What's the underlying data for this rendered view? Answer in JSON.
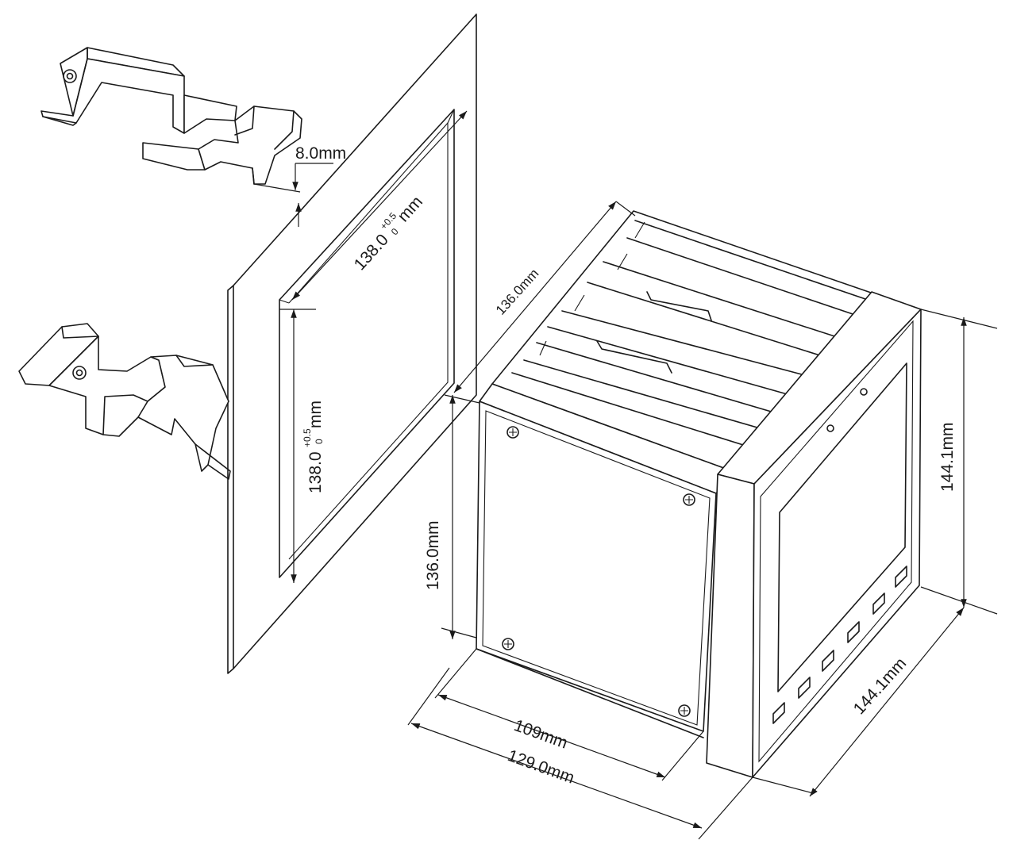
{
  "dimensions": {
    "clip_gap": "8.0mm",
    "cutout_width": {
      "value": "138.0",
      "tol_upper": "+0.5",
      "tol_lower": "0",
      "unit": "mm"
    },
    "cutout_height": {
      "value": "138.0",
      "tol_upper": "+0.5",
      "tol_lower": "0",
      "unit": "mm"
    },
    "body_depth_top": "136.0mm",
    "body_height": "136.0mm",
    "front_height": "144.1mm",
    "front_width": "144.1mm",
    "rear_depth": "109mm",
    "total_depth": "129.0mm"
  },
  "colors": {
    "line": "#1a1a1a",
    "background": "#ffffff"
  }
}
